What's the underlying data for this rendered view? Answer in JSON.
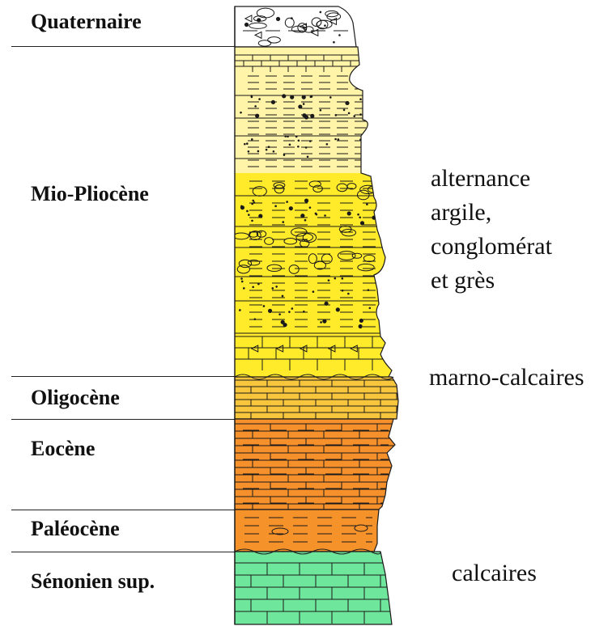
{
  "eras": [
    {
      "id": "quaternaire",
      "label": "Quaternaire"
    },
    {
      "id": "mio-pliocene",
      "label": "Mio-Pliocène"
    },
    {
      "id": "oligocene",
      "label": "Oligocène"
    },
    {
      "id": "eocene",
      "label": "Eocène"
    },
    {
      "id": "paleocene",
      "label": "Paléocène"
    },
    {
      "id": "senonien",
      "label": "Sénonien sup."
    }
  ],
  "lithology": {
    "alternance": [
      "alternance",
      "argile,",
      "conglomérat",
      "et grès"
    ],
    "marno": "marno-calcaires",
    "calcaires": "calcaires"
  },
  "colors": {
    "quaternaire": "#ffffff",
    "mio_pliocene_pale": "#fff4a8",
    "mio_pliocene": "#ffeb2a",
    "oligocene": "#f8c63c",
    "eocene": "#f5902a",
    "paleocene": "#f5922a",
    "senonien": "#6ee69b",
    "ink": "#1a1a1a"
  }
}
